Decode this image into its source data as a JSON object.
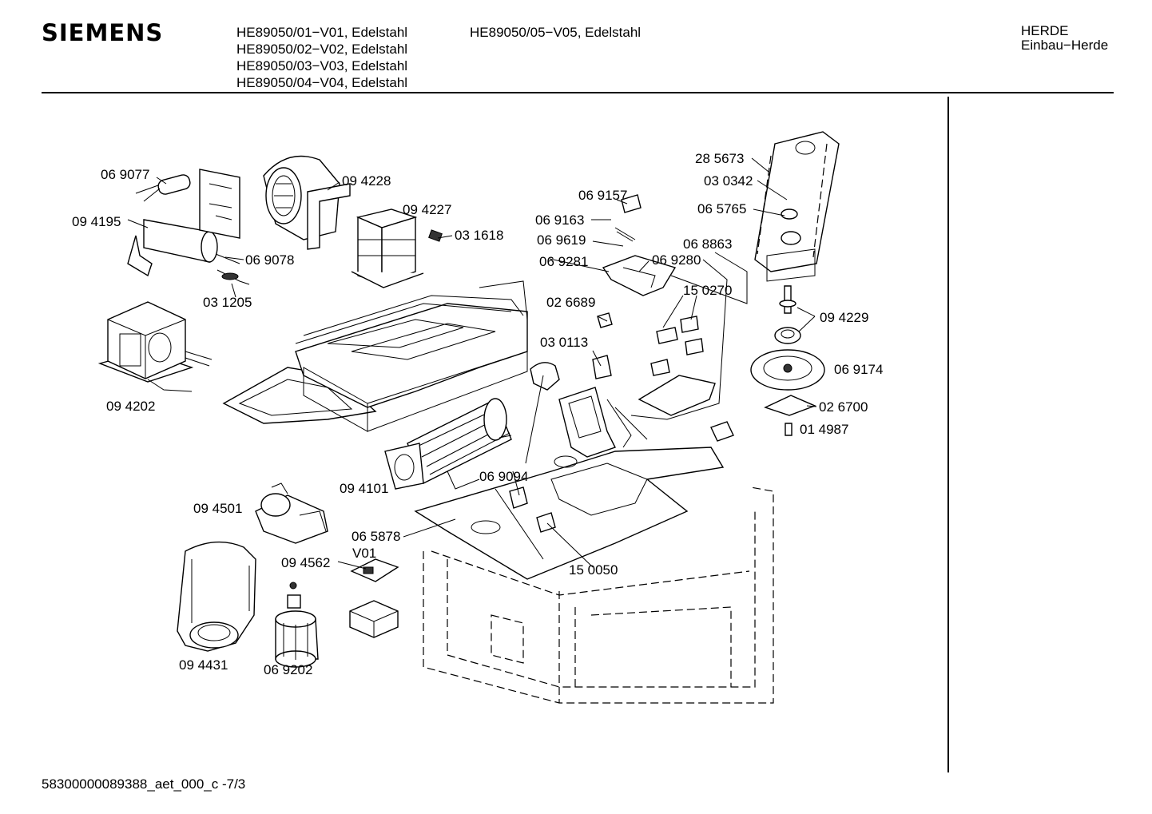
{
  "header": {
    "brand": "SIEMENS",
    "models_col1": [
      "HE89050/01−V01, Edelstahl",
      "HE89050/02−V02, Edelstahl",
      "HE89050/03−V03, Edelstahl",
      "HE89050/04−V04, Edelstahl"
    ],
    "models_col2": [
      "HE89050/05−V05, Edelstahl"
    ],
    "category_line1": "HERDE",
    "category_line2": "Einbau−Herde"
  },
  "labels": [
    "06 9077",
    "09 4195",
    "06 9078",
    "03 1205",
    "09 4228",
    "09 4227",
    "03 1618",
    "09 4202",
    "09 4101",
    "09 4501",
    "06 5878",
    "V01",
    "09 4562",
    "09 4431",
    "06 9202",
    "06 9094",
    "15 0050",
    "06 9157",
    "06 9163",
    "06 9619",
    "06 9281",
    "06 9280",
    "06 8863",
    "15 0270",
    "02 6689",
    "03 0113",
    "28 5673",
    "03 0342",
    "06 5765",
    "09 4229",
    "06 9174",
    "02 6700",
    "01 4987"
  ],
  "footer": "58300000089388_aet_000_c -7/3"
}
